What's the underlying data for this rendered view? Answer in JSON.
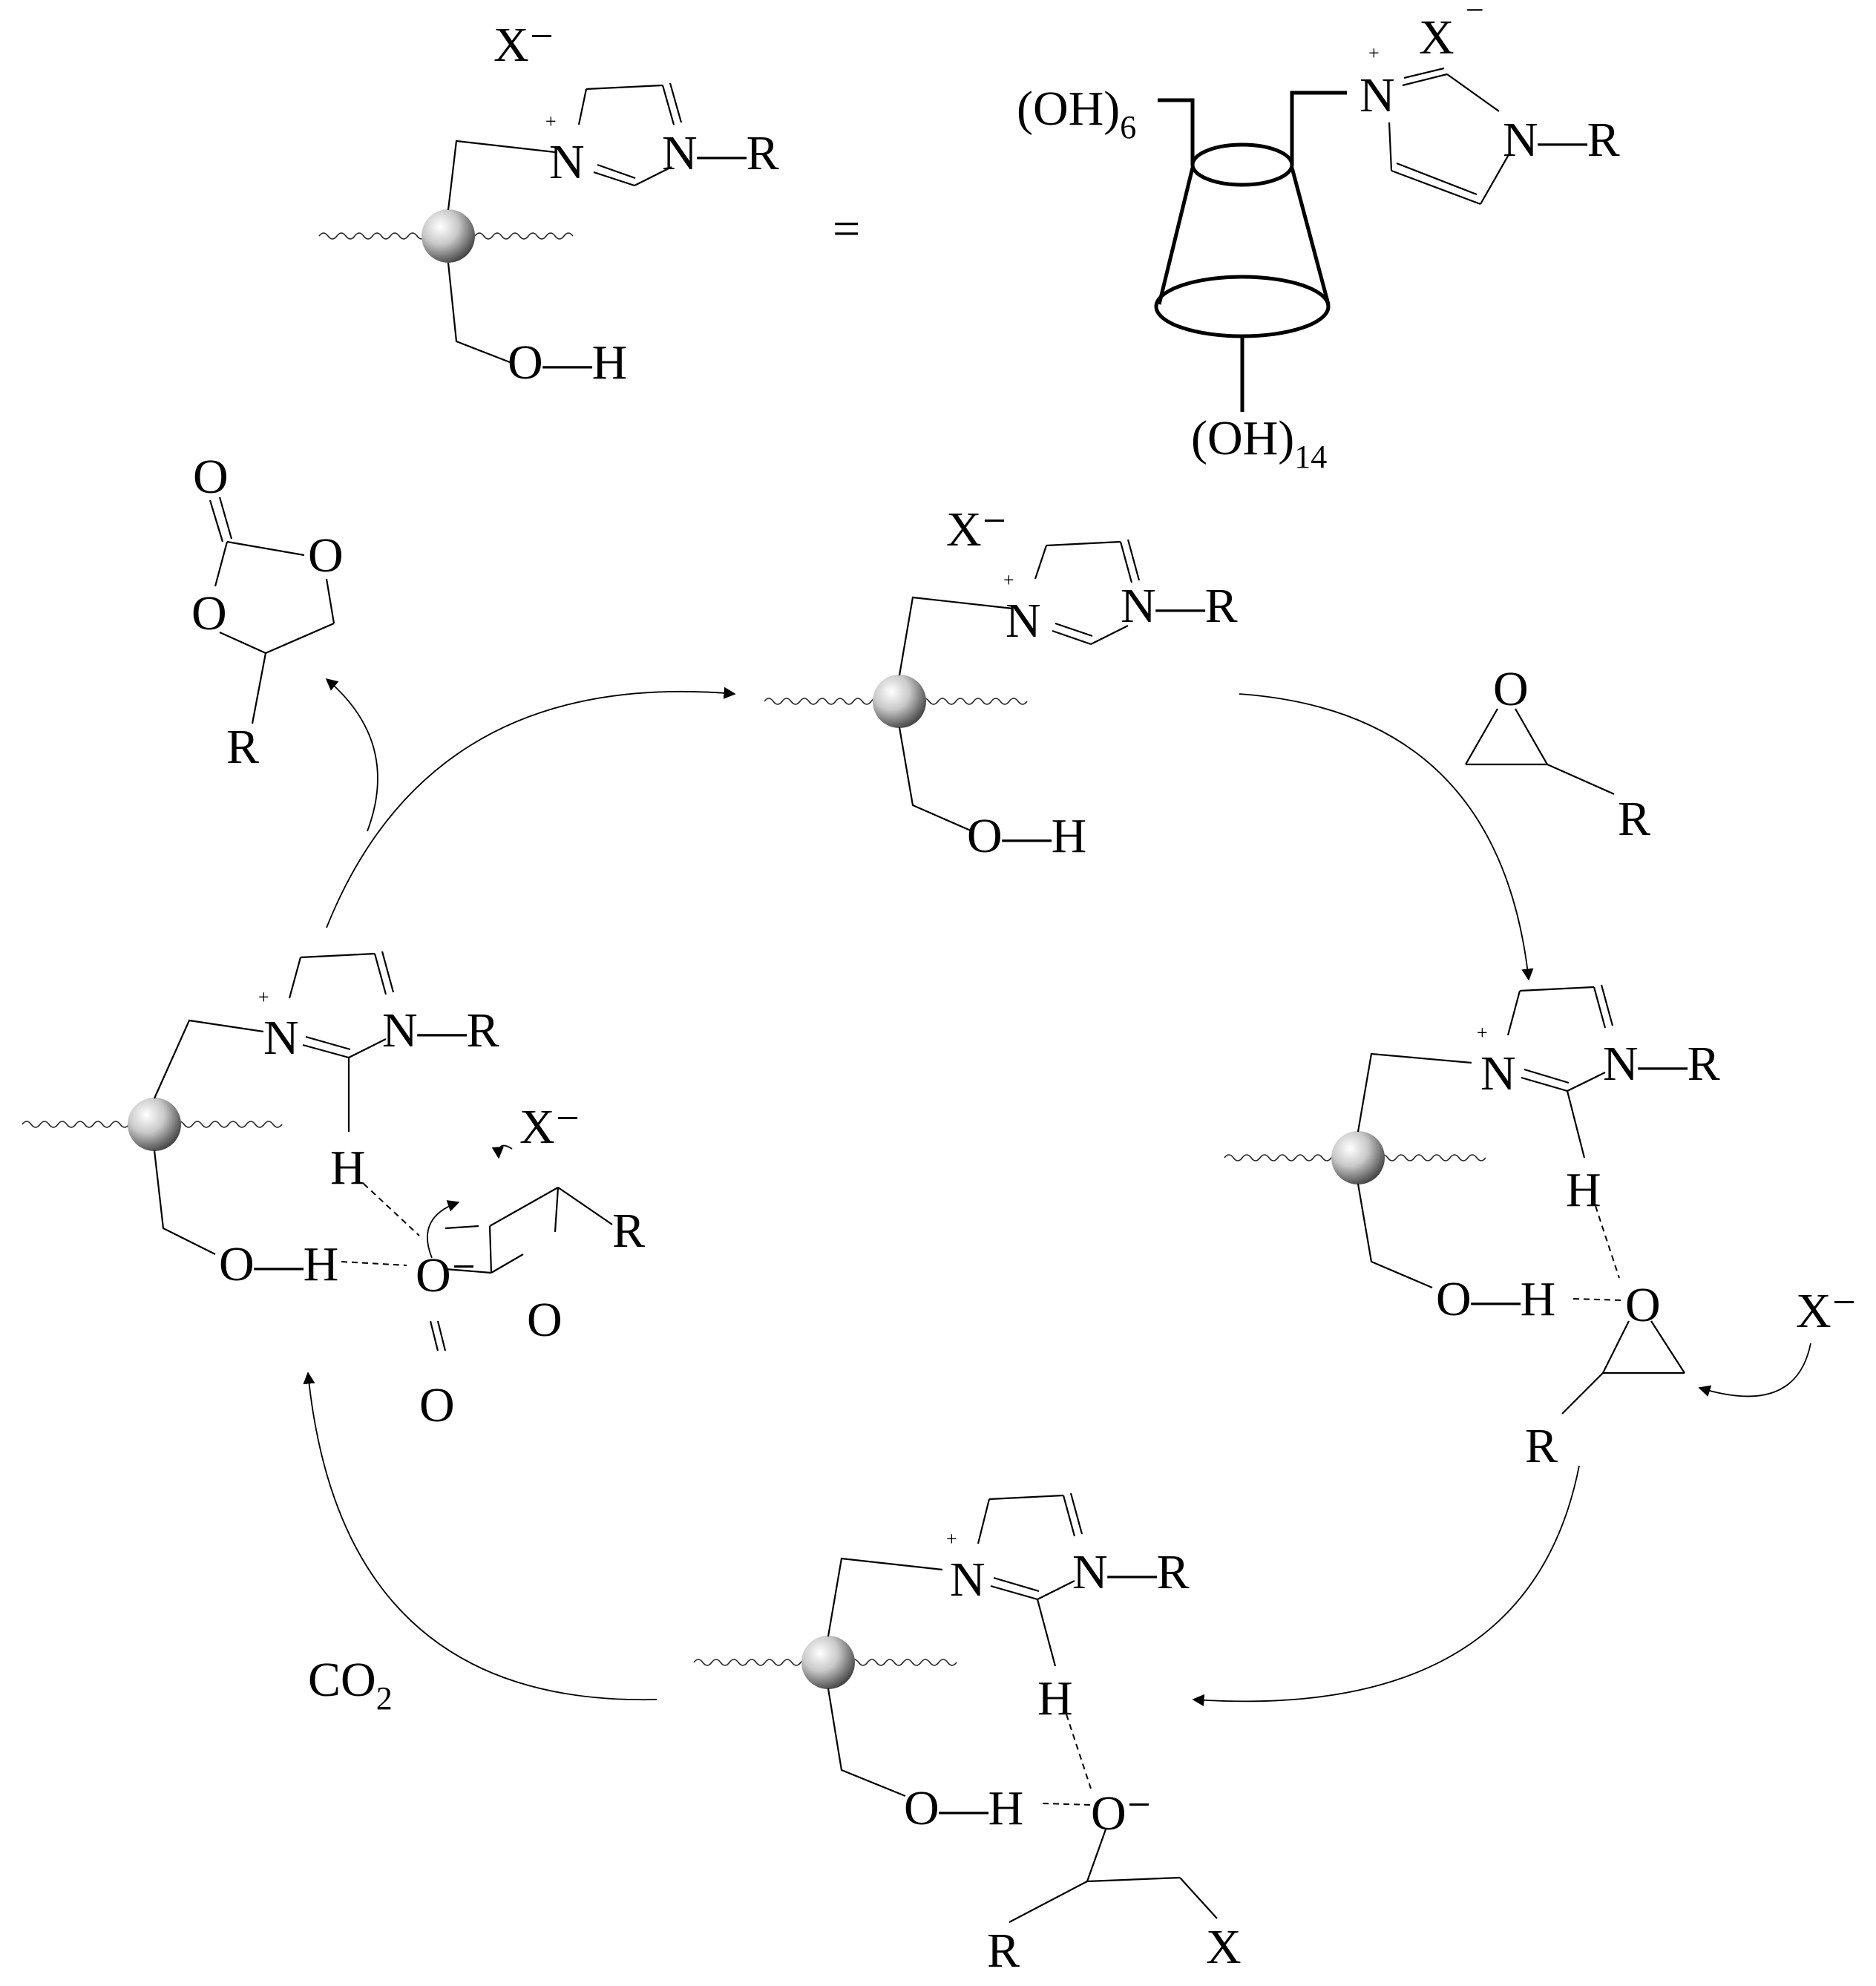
{
  "colors": {
    "ink": "#000000",
    "sphere_light": "#ffffff",
    "sphere_dark": "#3a3a3a"
  },
  "atoms": {
    "N": "N",
    "N_minus_R": "N—R",
    "R": "R",
    "O": "O",
    "H": "H",
    "OH_line": "O—H",
    "X": "X",
    "X_minus": "X⁻",
    "O_minus": "O⁻",
    "plus": "+",
    "minus": "−",
    "equals": "="
  },
  "cyclodextrin": {
    "oh_top_base": "(OH)",
    "oh_top_count": "6",
    "oh_bottom_base": "(OH)",
    "oh_bottom_count": "14"
  },
  "reagent": {
    "co2_base": "CO",
    "co2_sub": "2"
  }
}
